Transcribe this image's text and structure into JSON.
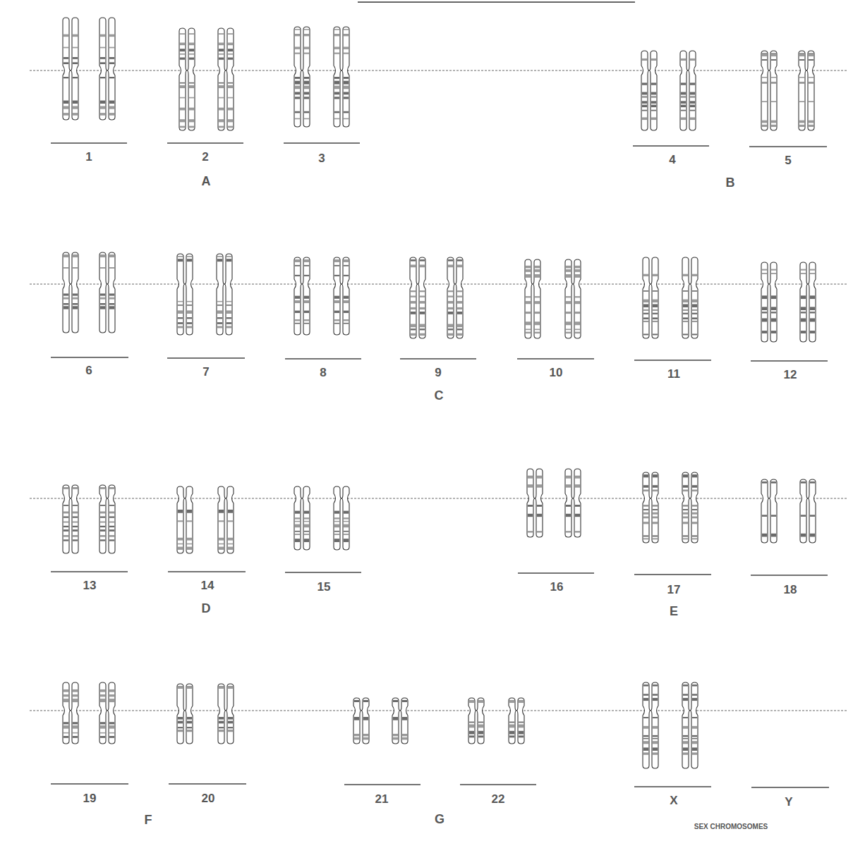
{
  "diagram": {
    "labels": [
      "1",
      "2",
      "3",
      "4",
      "5",
      "A",
      "B",
      "6",
      "7",
      "8",
      "9",
      "10",
      "11",
      "12",
      "C",
      "13",
      "14",
      "15",
      "16",
      "17",
      "18",
      "D",
      "E",
      "19",
      "20",
      "21",
      "22",
      "X",
      "Y",
      "F",
      "G",
      "SEX CHROMOSOMES"
    ]
  }
}
